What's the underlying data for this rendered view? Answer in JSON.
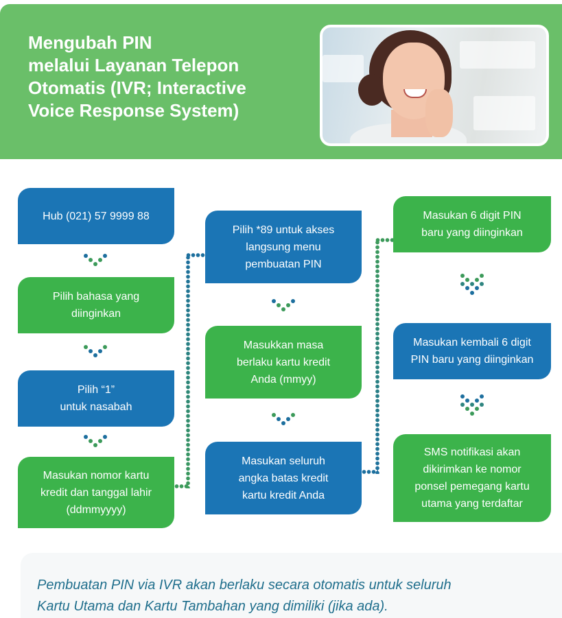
{
  "header": {
    "title_lines": [
      "Mengubah PIN",
      "melalui  Layanan  Telepon",
      "Otomatis (IVR; Interactive",
      "Voice Response System)"
    ],
    "photo_icon": "woman-on-phone-photo"
  },
  "colors": {
    "header_green": "#6abf69",
    "step_blue": "#1b75b5",
    "step_green": "#3cb34b",
    "dot_blue": "#1d6f9e",
    "dot_green": "#3c9a5a",
    "note_text": "#1f6e8c",
    "note_bg": "#f6f8f9"
  },
  "columns": [
    {
      "steps": [
        {
          "color": "blue",
          "lines": [
            "Hub (021) 57 9999 88"
          ]
        },
        {
          "color": "green",
          "lines": [
            "Pilih bahasa yang",
            "diinginkan"
          ]
        },
        {
          "color": "blue",
          "lines": [
            "Pilih “1”",
            "untuk nasabah"
          ]
        },
        {
          "color": "green",
          "lines": [
            "Masukan nomor kartu",
            "kredit dan tanggal lahir",
            "(ddmmyyyy)"
          ]
        }
      ]
    },
    {
      "steps": [
        {
          "color": "blue",
          "lines": [
            "Pilih *89 untuk akses",
            "langsung menu",
            "pembuatan PIN"
          ]
        },
        {
          "color": "green",
          "lines": [
            "Masukkan masa",
            "berlaku kartu kredit",
            "Anda (mmyy)"
          ]
        },
        {
          "color": "blue",
          "lines": [
            "Masukan seluruh",
            "angka batas kredit",
            "kartu kredit Anda"
          ]
        }
      ]
    },
    {
      "steps": [
        {
          "color": "green",
          "lines": [
            "Masukan 6 digit PIN",
            "baru yang diinginkan"
          ]
        },
        {
          "color": "blue",
          "lines": [
            "Masukan kembali 6 digit",
            "PIN baru yang diinginkan"
          ]
        },
        {
          "color": "green",
          "lines": [
            "SMS notifikasi akan",
            "dikirimkan ke nomor",
            "ponsel pemegang kartu",
            "utama yang terdaftar"
          ]
        }
      ]
    }
  ],
  "note": {
    "lines": [
      "Pembuatan PIN via IVR akan berlaku secara otomatis untuk seluruh",
      "Kartu Utama dan Kartu Tambahan yang dimiliki (jika ada)."
    ]
  }
}
